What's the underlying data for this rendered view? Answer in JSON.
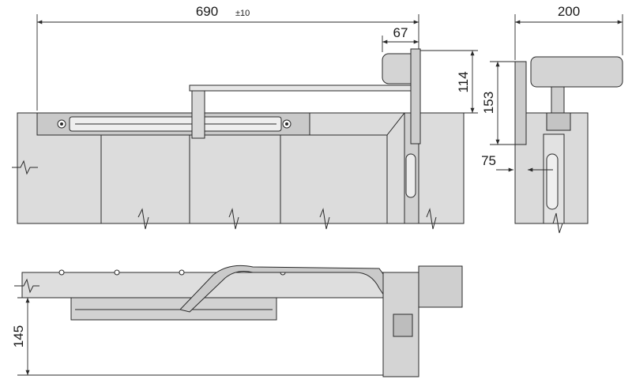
{
  "dimensions": {
    "overall_width": "690",
    "overall_tolerance": "±10",
    "arm_offset": "67",
    "side_width": "200",
    "bracket_height": "114",
    "side_height": "153",
    "side_offset": "75",
    "bottom_height": "145"
  },
  "colors": {
    "line": "#2a2a2a",
    "fill_light": "#e4e4e4",
    "fill_mid": "#cfcfcf",
    "fill_dark": "#b9b9b9",
    "fill_panel": "#d6d6d6"
  }
}
